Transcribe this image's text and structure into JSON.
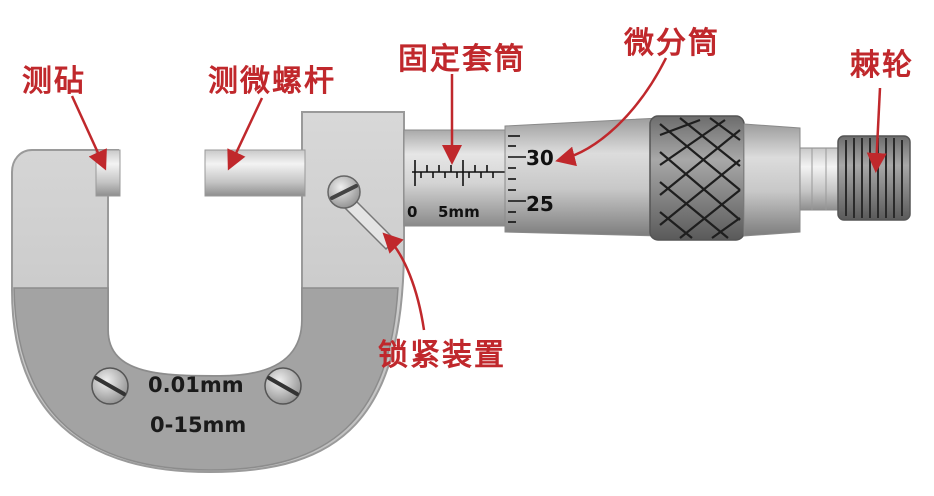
{
  "labels": {
    "anvil": "测砧",
    "spindle": "测微螺杆",
    "sleeve": "固定套筒",
    "thimble": "微分筒",
    "ratchet": "棘轮",
    "lock": "锁紧装置"
  },
  "frame": {
    "resolution": "0.01mm",
    "range": "0-15mm"
  },
  "sleeve_scale": {
    "zero": "0",
    "five": "5mm"
  },
  "thimble_scale": {
    "upper": "30",
    "lower": "25"
  },
  "colors": {
    "annotation": "#c0282c",
    "frame_light": "#cfcfcf",
    "frame_dark": "#9c9c9c"
  }
}
